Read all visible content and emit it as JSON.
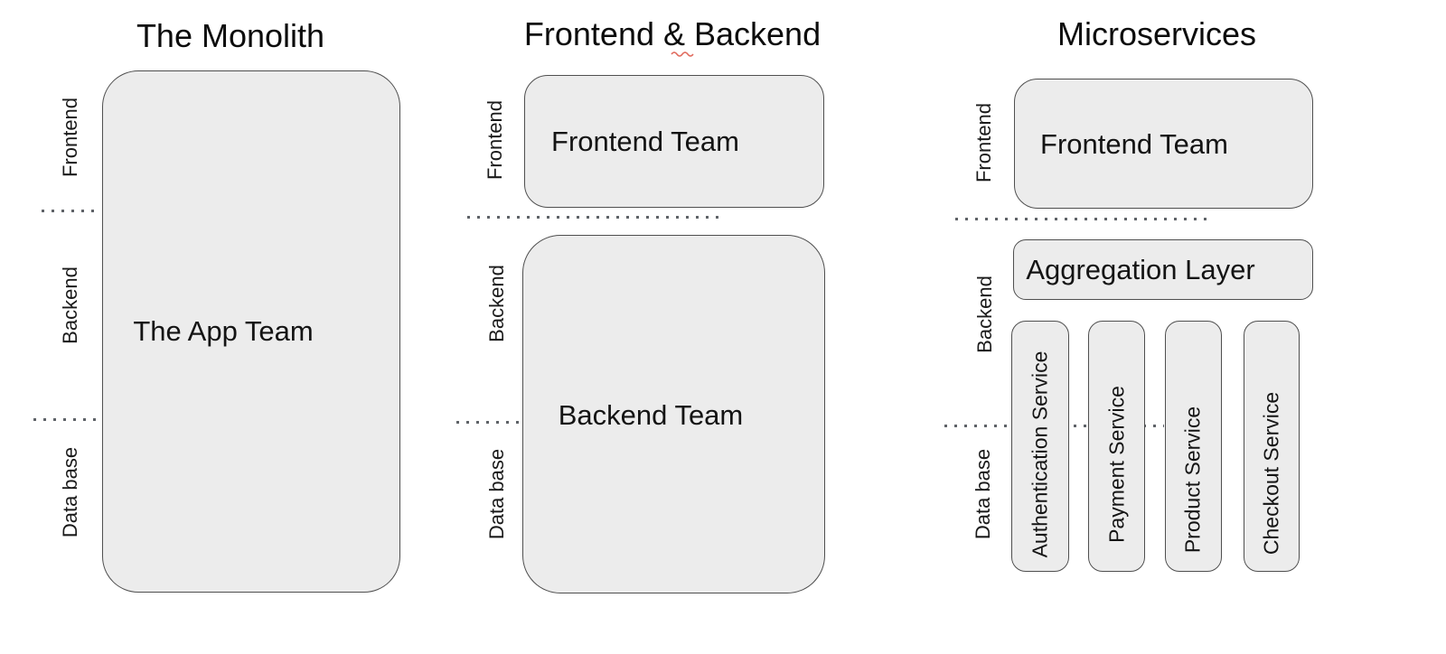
{
  "diagrams": [
    {
      "title": "The Monolith",
      "row_labels": [
        "Frontend",
        "Backend",
        "Data base"
      ],
      "boxes": [
        {
          "label": "The App Team"
        }
      ]
    },
    {
      "title": "Frontend & Backend",
      "row_labels": [
        "Frontend",
        "Backend",
        "Data base"
      ],
      "boxes": [
        {
          "label": "Frontend Team"
        },
        {
          "label": "Backend Team"
        }
      ]
    },
    {
      "title": "Microservices",
      "row_labels": [
        "Frontend",
        "Backend",
        "Data base"
      ],
      "boxes": [
        {
          "label": "Frontend Team"
        },
        {
          "label": "Aggregation Layer"
        }
      ],
      "services": [
        {
          "label": "Authentication Service"
        },
        {
          "label": "Payment Service"
        },
        {
          "label": "Product Service"
        },
        {
          "label": "Checkout Service"
        }
      ]
    }
  ],
  "colors": {
    "box_fill": "#ececec",
    "box_border": "#4f4f4f",
    "dotted_line": "#5f6368",
    "spellcheck_squiggle": "#e0695c",
    "text": "#141414"
  }
}
